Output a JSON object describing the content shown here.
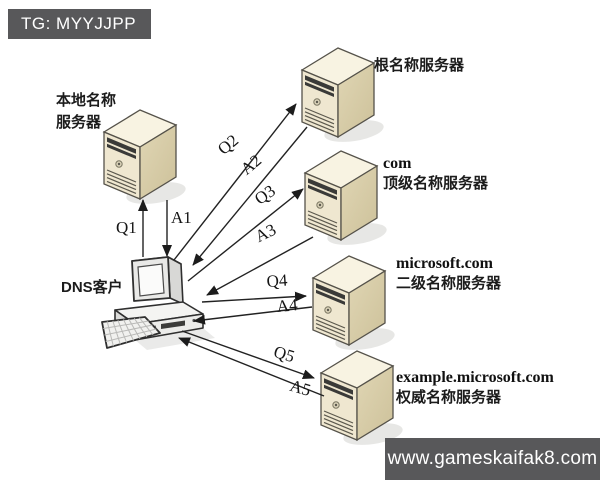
{
  "watermark_top": {
    "text": "TG: MYYJJPP"
  },
  "watermark_bottom": {
    "text": "www.gameskaifak8.com"
  },
  "nodes": {
    "local_server": {
      "line1": "本地名称",
      "line2": "服务器"
    },
    "root_server": {
      "label": "根名称服务器"
    },
    "com_server": {
      "title": "com",
      "subtitle": "顶级名称服务器"
    },
    "second_level_server": {
      "title": "microsoft.com",
      "subtitle": "二级名称服务器"
    },
    "authoritative_server": {
      "title": "example.microsoft.com",
      "subtitle": "权威名称服务器"
    },
    "client": {
      "label": "DNS客户"
    }
  },
  "arrow_labels": {
    "q1": "Q1",
    "a1": "A1",
    "q2": "Q2",
    "a2": "A2",
    "q3": "Q3",
    "a3": "A3",
    "q4": "Q4",
    "a4": "A4",
    "q5": "Q5",
    "a5": "A5"
  },
  "colors": {
    "server_top": "#f8f3e2",
    "server_front": "#efe7d0",
    "server_side_light": "#e0d6b4",
    "server_side_dark": "#cdc19a",
    "outline": "#55524a",
    "arrow": "#222222",
    "watermark_bg": "#58585a",
    "watermark_text": "#ffffff",
    "background": "#ffffff"
  }
}
